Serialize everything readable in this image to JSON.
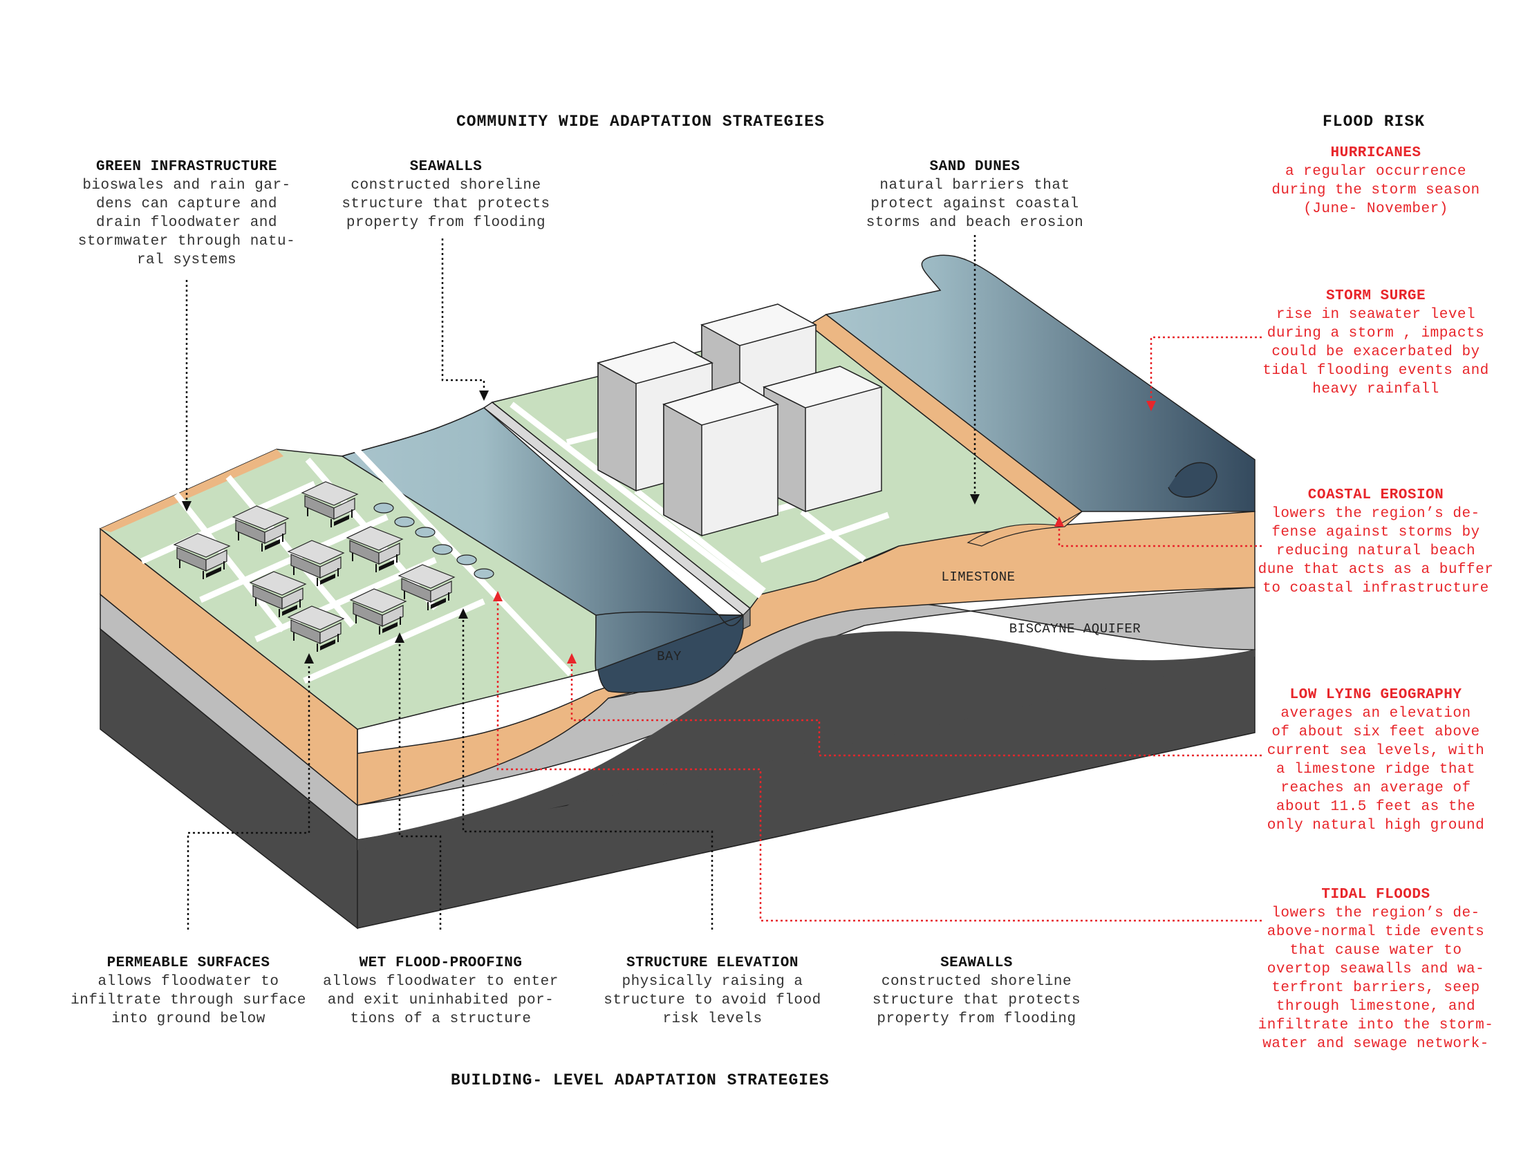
{
  "titles": {
    "community": "COMMUNITY WIDE ADAPTATION STRATEGIES",
    "building": "BUILDING- LEVEL ADAPTATION STRATEGIES",
    "flood_risk": "FLOOD RISK"
  },
  "community_strategies": [
    {
      "title": "GREEN INFRASTRUCTURE",
      "body": "bioswales and rain gar-\ndens can capture and\ndrain floodwater and\nstormwater through natu-\nral systems"
    },
    {
      "title": "SEAWALLS",
      "body": "constructed shoreline\nstructure that protects\nproperty from flooding"
    },
    {
      "title": "SAND DUNES",
      "body": "natural barriers that\nprotect against coastal\nstorms and beach erosion"
    }
  ],
  "building_strategies": [
    {
      "title": "PERMEABLE SURFACES",
      "body": "allows floodwater to\ninfiltrate through surface\ninto ground below"
    },
    {
      "title": "WET FLOOD-PROOFING",
      "body": "allows floodwater to enter\nand exit uninhabited por-\ntions of a structure"
    },
    {
      "title": "STRUCTURE ELEVATION",
      "body": "physically raising a\nstructure to avoid flood\nrisk levels"
    },
    {
      "title": "SEAWALLS",
      "body": "constructed shoreline\nstructure that protects\nproperty from flooding"
    }
  ],
  "flood_risks": [
    {
      "title": "HURRICANES",
      "body": "a regular occurrence\nduring the storm season\n(June- November)"
    },
    {
      "title": "STORM SURGE",
      "body": "rise in seawater level\nduring a storm , impacts\ncould be exacerbated by\ntidal flooding events and\nheavy rainfall"
    },
    {
      "title": "COASTAL EROSION",
      "body": "lowers the region’s de-\nfense against storms by\nreducing natural beach\ndune that acts as a buffer\nto coastal infrastructure"
    },
    {
      "title": "LOW LYING GEOGRAPHY",
      "body": "averages an elevation\nof about six feet above\ncurrent sea levels, with\na limestone ridge that\nreaches an average of\nabout 11.5 feet as the\nonly natural high ground"
    },
    {
      "title": "TIDAL FLOODS",
      "body": "lowers the region’s de-\nabove-normal tide events\nthat cause water to\novertop seawalls and wa-\nterfront barriers, seep\nthrough limestone, and\ninfiltrate into the storm-\nwater and sewage network-"
    }
  ],
  "layers": {
    "limestone": "LIMESTONE",
    "aquifer": "BISCAYNE AQUIFER",
    "bay": "BAY"
  },
  "colors": {
    "risk_red": "#e8262b",
    "green_ground": "#c8dfbf",
    "limestone": "#ecb783",
    "aquifer": "#b8b8b8",
    "bedrock": "#4a4a4a",
    "water_light": "#a9c4cc",
    "water_dark": "#344a5e"
  }
}
